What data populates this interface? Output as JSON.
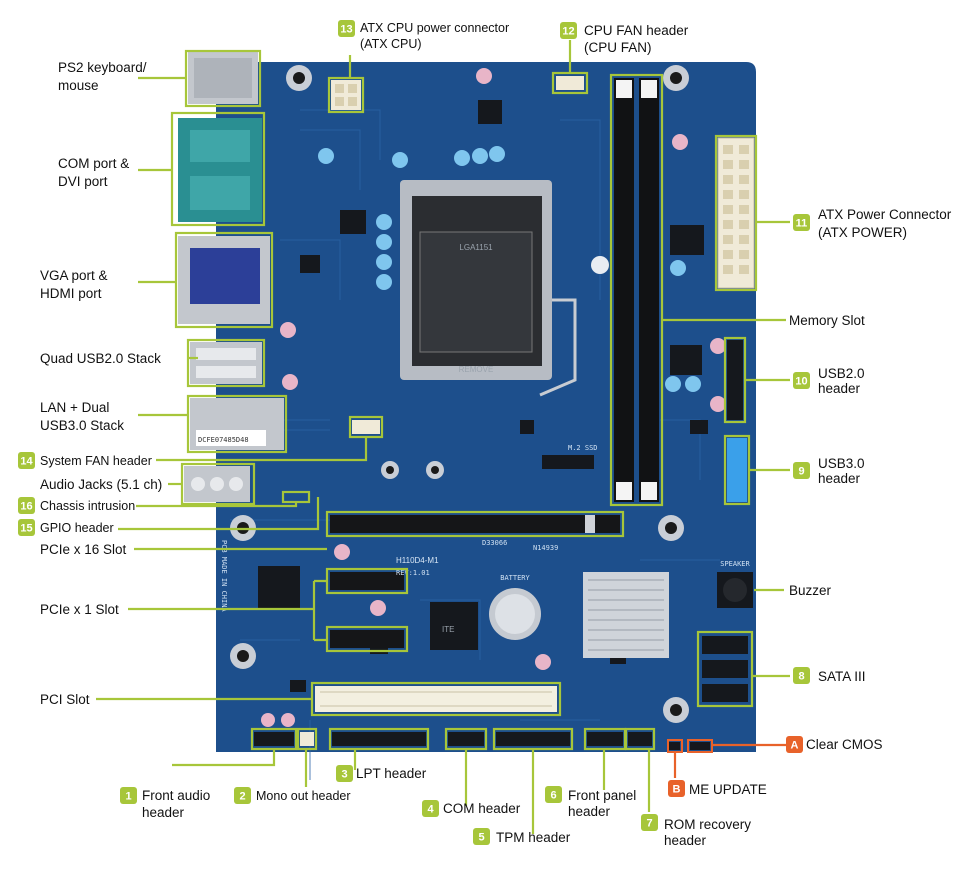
{
  "board": {
    "model": "H110D4-M1",
    "socket": "LGA1151",
    "made_in": "PCB MADE IN CHINA",
    "rev": "REV:1.01",
    "code_a": "D33066",
    "code_b": "N14939",
    "battery_label": "BATTERY",
    "speaker_label": "SPEAKER",
    "m2_label": "M.2 SSD",
    "chip_label": "ITE",
    "remove_label": "REMOVE",
    "sticker_serial": "DCFE07485D48"
  },
  "labels": {
    "ps2": [
      "PS2 keyboard/",
      "mouse"
    ],
    "com_dvi": [
      "COM port &",
      "DVI port"
    ],
    "vga_hdmi": [
      "VGA port &",
      "HDMI port"
    ],
    "usb2_stack": "Quad USB2.0 Stack",
    "lan_usb3": [
      "LAN + Dual",
      "USB3.0 Stack"
    ],
    "audio_jacks": "Audio Jacks (5.1 ch)",
    "pcie16": "PCIe x 16 Slot",
    "pcie1": "PCIe x 1 Slot",
    "pci": "PCI Slot",
    "memory": "Memory Slot",
    "buzzer": "Buzzer"
  },
  "callouts": [
    {
      "id": "1",
      "lines": [
        "Front audio",
        "header"
      ]
    },
    {
      "id": "2",
      "lines": [
        "Mono out header"
      ]
    },
    {
      "id": "3",
      "lines": [
        "LPT header"
      ]
    },
    {
      "id": "4",
      "lines": [
        "COM header"
      ]
    },
    {
      "id": "5",
      "lines": [
        "TPM header"
      ]
    },
    {
      "id": "6",
      "lines": [
        "Front panel",
        "header"
      ]
    },
    {
      "id": "7",
      "lines": [
        "ROM recovery",
        "header"
      ]
    },
    {
      "id": "8",
      "lines": [
        "SATA III"
      ]
    },
    {
      "id": "9",
      "lines": [
        "USB3.0",
        "header"
      ]
    },
    {
      "id": "10",
      "lines": [
        "USB2.0",
        "header"
      ]
    },
    {
      "id": "11",
      "lines": [
        "ATX Power Connector",
        "(ATX POWER)"
      ]
    },
    {
      "id": "12",
      "lines": [
        "CPU FAN header",
        "(CPU FAN)"
      ]
    },
    {
      "id": "13",
      "lines": [
        "ATX CPU power connector",
        "(ATX CPU)"
      ]
    },
    {
      "id": "14",
      "lines": [
        "System FAN header"
      ]
    },
    {
      "id": "15",
      "lines": [
        "GPIO header"
      ]
    },
    {
      "id": "16",
      "lines": [
        "Chassis intrusion"
      ]
    },
    {
      "id": "A",
      "lines": [
        "Clear CMOS"
      ]
    },
    {
      "id": "B",
      "lines": [
        "ME UPDATE"
      ]
    }
  ],
  "colors": {
    "accent_green": "#a7c63a",
    "accent_orange": "#e8622a",
    "pcb_blue": "#1d4f8c"
  }
}
